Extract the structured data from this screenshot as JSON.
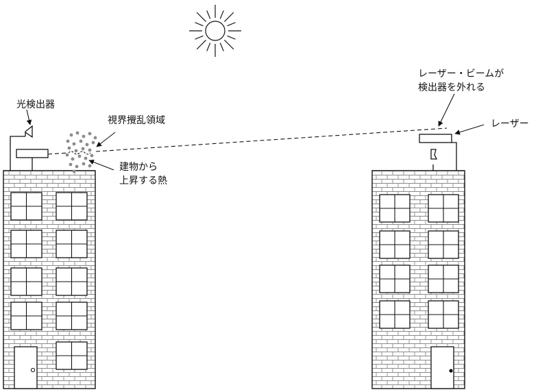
{
  "labels": {
    "photodetector": "光検出器",
    "scatter_region": "視界攪乱領域",
    "heat_line1": "建物から",
    "heat_line2": "上昇する熱",
    "beam_line1": "レーザー・ビームが",
    "beam_line2": "検出器を外れる",
    "laser": "レーザー"
  },
  "icons": [
    "sun-icon",
    "photodetector-icon",
    "laser-icon",
    "building-icon",
    "door-icon"
  ],
  "colors": {
    "stroke": "#111111",
    "brick": "#8a8a8a",
    "particles": "#8c8c8c",
    "background": "#ffffff"
  }
}
